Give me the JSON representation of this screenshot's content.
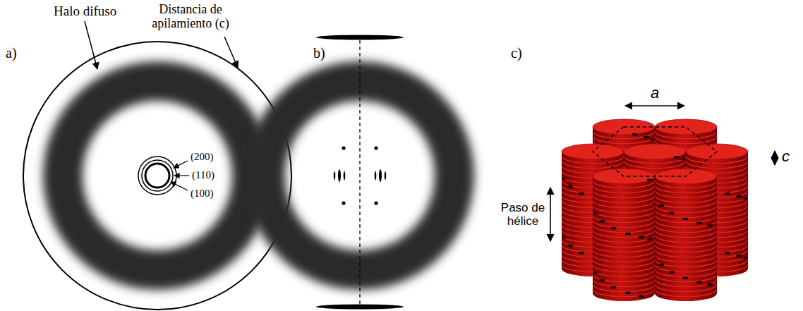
{
  "diagram": {
    "labels": [
      "Halo difuso",
      "Distancia de apilamiento (c)",
      "a)",
      "b)",
      "(200)",
      "(110)",
      "(100)",
      "c)",
      "a",
      "c",
      "Paso de hélice"
    ]
  }
}
